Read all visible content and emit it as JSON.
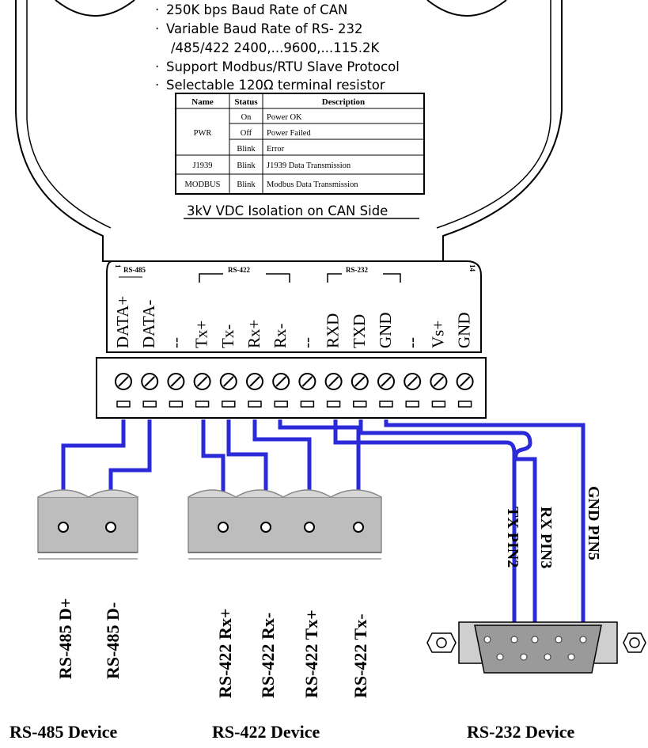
{
  "features": [
    "250K bps Baud Rate of CAN",
    "Variable Baud Rate of RS- 232",
    "/485/422 2400,...9600,...115.2K",
    "Support Modbus/RTU Slave Protocol",
    "Selectable 120Ω terminal resistor"
  ],
  "led_table": {
    "headers": [
      "Name",
      "Status",
      "Description"
    ],
    "rows": [
      {
        "name": "PWR",
        "status": "On",
        "description": "Power OK"
      },
      {
        "name": "",
        "status": "Off",
        "description": "Power Failed"
      },
      {
        "name": "",
        "status": "Blink",
        "description": "Error"
      },
      {
        "name": "J1939",
        "status": "Blink",
        "description": "J1939 Data Transmission"
      },
      {
        "name": "MODBUS",
        "status": "Blink",
        "description": "Modbus Data Transmission"
      }
    ]
  },
  "isolation_note": "3kV VDC Isolation on CAN Side",
  "terminal": {
    "groups": [
      "RS-485",
      "RS-422",
      "RS-232"
    ],
    "pin_numbers": [
      "1",
      "14"
    ],
    "pins": [
      "DATA+",
      "DATA-",
      "--",
      "Tx+",
      "Tx-",
      "Rx+",
      "Rx-",
      "--",
      "RXD",
      "TXD",
      "GND",
      "--",
      "Vs+",
      "GND"
    ]
  },
  "rs485_labels": [
    "RS-485 D+",
    "RS-485 D-"
  ],
  "rs422_labels": [
    "RS-422 Rx+",
    "RS-422 Rx-",
    "RS-422 Tx+",
    "RS-422 Tx-"
  ],
  "rs232_labels": [
    "TX PIN2",
    "RX PIN3",
    "GND PIN5"
  ],
  "devices": [
    "RS-485 Device",
    "RS-422 Device",
    "RS-232 Device"
  ],
  "colors": {
    "wire": "#2a2ad8",
    "connector": "#bdbdbd",
    "db9": "#9a9a9a"
  }
}
